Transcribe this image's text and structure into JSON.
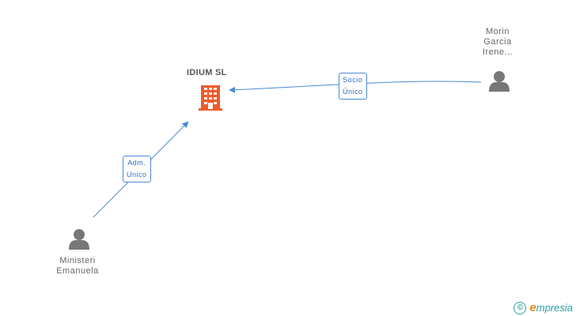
{
  "nodes": {
    "company": {
      "name": "IDIUM SL"
    },
    "person_left": {
      "line1": "Ministeri",
      "line2": "Emanuela"
    },
    "person_right": {
      "line1": "Morin",
      "line2": "Garcia",
      "line3": "Irene..."
    }
  },
  "edges": {
    "adm": {
      "line1": "Adm.",
      "line2": "Unico"
    },
    "socio": {
      "line1": "Socio",
      "line2": "Único"
    }
  },
  "brand": {
    "symbol": "©",
    "initial": "e",
    "rest": "mpresia"
  },
  "colors": {
    "company_icon": "#f05a28",
    "person_icon": "#777777",
    "edge": "#4a8ad6"
  }
}
